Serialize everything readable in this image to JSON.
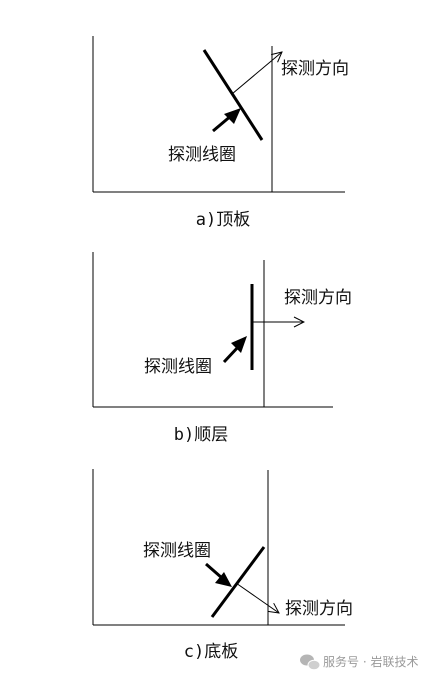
{
  "panels": [
    {
      "coil_label": "探测线圈",
      "direction_label": "探测方向",
      "caption": "a)顶板"
    },
    {
      "coil_label": "探测线圈",
      "direction_label": "探测方向",
      "caption": "b)顺层"
    },
    {
      "coil_label": "探测线圈",
      "direction_label": "探测方向",
      "caption": "c)底板"
    }
  ],
  "watermark": {
    "text": "服务号 · 岩联技术",
    "icon": "wechat-icon"
  },
  "colors": {
    "line": "#000000",
    "text": "#111111",
    "watermark": "#9a9a9a"
  }
}
